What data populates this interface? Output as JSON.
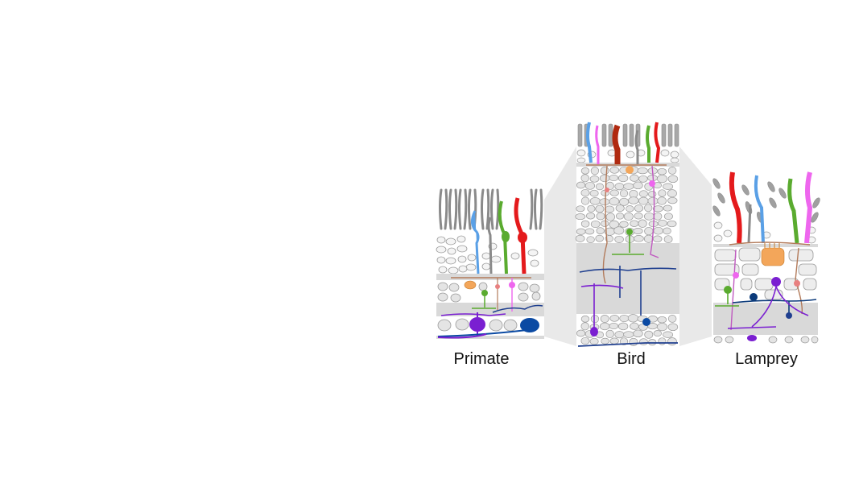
{
  "panels": [
    {
      "id": "primate",
      "label": "Primate"
    },
    {
      "id": "bird",
      "label": "Bird"
    },
    {
      "id": "lamprey",
      "label": "Lamprey"
    }
  ],
  "colors": {
    "background": "#ffffff",
    "layer_gray": "#d9d9d9",
    "cell_outline": "#8c8c8c",
    "cell_fill": "#ececec",
    "connector": "#e8e8e8",
    "photoreceptor_gray": "#8a8a8a",
    "red": "#e41a1c",
    "blue": "#5aa0e6",
    "green": "#5aab2f",
    "magenta": "#ee66ee",
    "darkred": "#c0392b",
    "orange": "#f3a65a",
    "brown": "#b27a5a",
    "navy": "#1f3f8f",
    "purple": "#7a1fd1",
    "darkblue": "#0b4aa3"
  }
}
